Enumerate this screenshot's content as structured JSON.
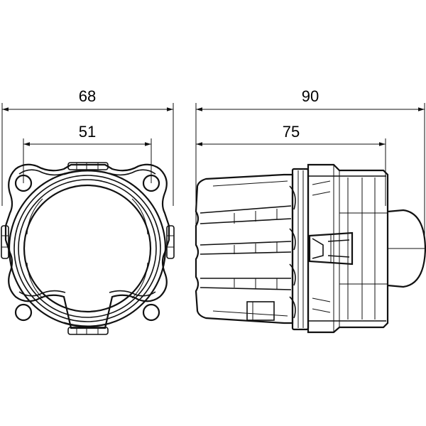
{
  "dimensions": {
    "front_overall_width": "68",
    "front_hole_spacing": "51",
    "side_overall_length": "90",
    "side_body_length": "75"
  }
}
